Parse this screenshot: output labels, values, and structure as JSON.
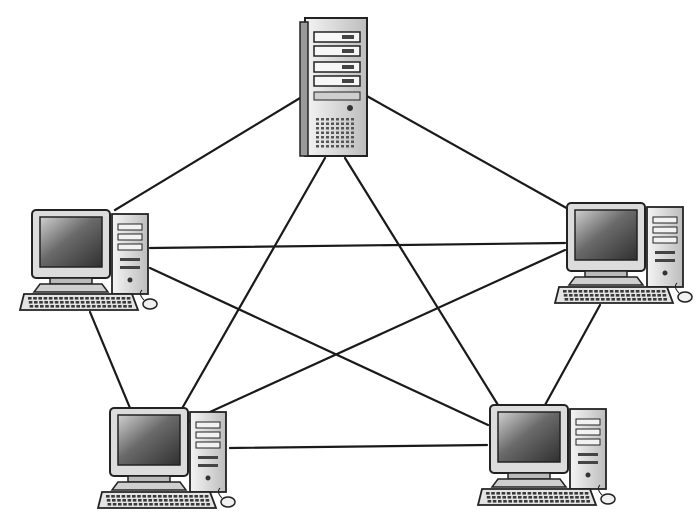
{
  "diagram": {
    "type": "mesh-network",
    "nodes": [
      {
        "id": "server",
        "kind": "tower-server",
        "icon": "server-tower-icon"
      },
      {
        "id": "pc-left",
        "kind": "desktop-computer",
        "icon": "desktop-computer-icon"
      },
      {
        "id": "pc-right",
        "kind": "desktop-computer",
        "icon": "desktop-computer-icon"
      },
      {
        "id": "pc-bottom-left",
        "kind": "desktop-computer",
        "icon": "desktop-computer-icon"
      },
      {
        "id": "pc-bottom-right",
        "kind": "desktop-computer",
        "icon": "desktop-computer-icon"
      }
    ],
    "links": [
      [
        "server",
        "pc-left"
      ],
      [
        "server",
        "pc-right"
      ],
      [
        "server",
        "pc-bottom-left"
      ],
      [
        "server",
        "pc-bottom-right"
      ],
      [
        "pc-left",
        "pc-right"
      ],
      [
        "pc-left",
        "pc-bottom-left"
      ],
      [
        "pc-left",
        "pc-bottom-right"
      ],
      [
        "pc-right",
        "pc-bottom-left"
      ],
      [
        "pc-right",
        "pc-bottom-right"
      ],
      [
        "pc-bottom-left",
        "pc-bottom-right"
      ]
    ],
    "colors": {
      "line": "#1a1a1a",
      "device_body": "#e8e8e8",
      "device_outline": "#222222",
      "screen": "#5a5a5a",
      "background": "#ffffff"
    }
  }
}
